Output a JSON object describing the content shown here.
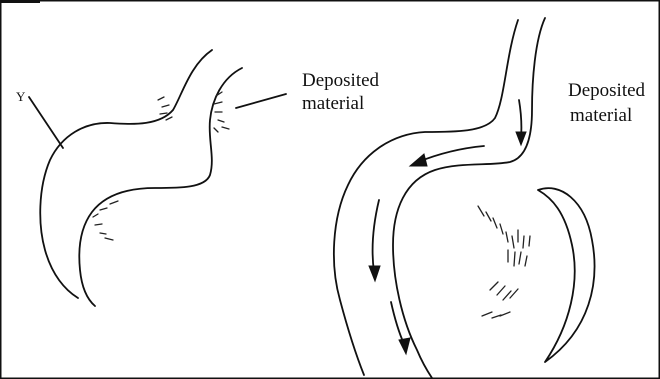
{
  "figure": {
    "left_panel": {
      "point_label": "Y",
      "annotation": [
        "Deposited",
        "material"
      ]
    },
    "right_panel": {
      "annotation": [
        "Deposited",
        "material"
      ]
    }
  }
}
